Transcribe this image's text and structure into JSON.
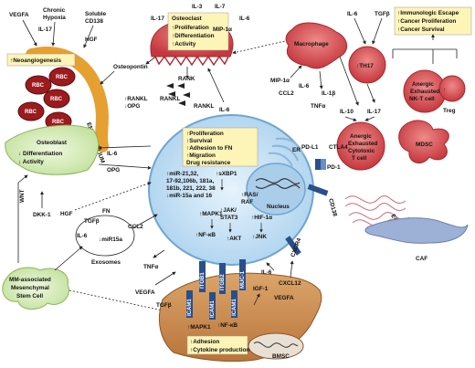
{
  "rbc_label": "RBC",
  "neoangiogenesis": "↑Neoangiogenesis",
  "endothelium": "ENDOTHELIUM",
  "vegfa_top": "VEGFA",
  "chronic_hypoxia": [
    "Chronic",
    "Hypoxia"
  ],
  "soluble_cd138": [
    "Soluble",
    "CD138"
  ],
  "il17_top": "IL-17",
  "hgf_top": "HGF",
  "osteopontin": "Osteopontin",
  "osteoclast": {
    "title": "Osteoclast",
    "lines": [
      "↑Proliferation",
      "↑Differentiation",
      "↑Activity"
    ]
  },
  "il3": "IL-3",
  "il7": "IL-7",
  "il6_oc": "IL-6",
  "il17_oc": "IL-17",
  "mip1a_oc": "MIP-1α",
  "rank": "RANK",
  "rankl": "RANKL",
  "rankl_opg": [
    "↑RANKL",
    "↓OPG"
  ],
  "il6_below_oc": "IL-6",
  "macrophage": "Macrophage",
  "mip1a_mac": "MIP-1α",
  "ccl2_mac": "CCL2",
  "il6_mac": "IL-6",
  "il1b": "IL-1β",
  "tnfa_mac": "TNFα",
  "il10": "IL-10",
  "il17_th": "IL-17",
  "il6_th": "IL-6",
  "tgfb_th": "TGFβ",
  "th17": "↑TH17",
  "immune_box": [
    "↑Immunologic Escape",
    "↑Cancer Proliferation",
    "↑Cancer Survival"
  ],
  "nk": [
    "Anergic",
    "Exhausted",
    "NK-T cell"
  ],
  "treg": "Treg",
  "treg_arrow": "↑",
  "ctl": [
    "Anergic",
    "Exhausted",
    "Cytotoxic",
    "T cell"
  ],
  "mdsc": "MDSC",
  "ctla4": "CTLA4",
  "pd1": "PD-1",
  "pdl1": "PD-L1",
  "cd138": "CD138",
  "ecm": "ECM",
  "caf": "CAF",
  "cxcr4": "CXCR4",
  "er": "ER",
  "nucleus": "Nucleus",
  "mm_lines": [
    "↑Proliferation",
    "↑Survival",
    "↑Adhesion to FN",
    "↑Migration",
    "Drug resistance"
  ],
  "mirna": [
    "↑miR-21,32,",
    "17-92,106b, 181a,",
    "181b, 221, 222, 38",
    "↓miR-15a and 16"
  ],
  "xbp1": "↑sXBP1",
  "ras_raf": [
    "↑RAS/",
    "RAF"
  ],
  "mapk1_mm": "↑MAPK1",
  "jak_stat": [
    "↑JAK/",
    "STAT3"
  ],
  "hif1a": "↑HIF-1α",
  "nfkb_mm": "↑NF-κB",
  "akt": "↑AKT",
  "jnk": "↑JNK",
  "osteoblast": {
    "title": "Osteoblast",
    "lines": [
      "↓ Differentiation",
      "↓ Activity"
    ]
  },
  "il6_ob": "IL-6",
  "opg": "OPG",
  "wnt": "WNT",
  "dkk1": "DKK-1",
  "hgf_ob": "HGF",
  "tgfb_ob": "TGFβ",
  "fn": "FN",
  "il6_exo": "IL-6",
  "mir15a": "↓miR15a",
  "ccl2_exo": "CCL2",
  "exosomes": "Exosomes",
  "msc": [
    "MM-associated",
    "Mesenchymal",
    "Stem Cell"
  ],
  "tnfa_low": "TNFα",
  "vegfa_low": "VEGFA",
  "tgfb_low": "TGFβ",
  "itgb1": "ITGB1",
  "itgb2": "ITGB2",
  "muc1": "MUC-1",
  "icam1": "ICAM1",
  "il6_low": "IL-6",
  "cxcl12": "CXCL12",
  "igf1": "IGF-1",
  "vegfa_bmsc": "VEGFA",
  "mapk1_bmsc": "↑MAPK1",
  "nfkb_bmsc": "↑NF-κB",
  "bmsc_lines": [
    "↑Adhesion",
    "↑Cytokine production"
  ],
  "bmsc": "BMSC",
  "colors": {
    "mm_cell": "#cfe6f7",
    "mm_border": "#6fa6cf",
    "cell_red": "#d0575b",
    "rbc": "#9b1b1e",
    "endothelium": "#e6a032",
    "ob_green": "#d9eec0",
    "bmsc": "#c98b4a",
    "caf": "#9db0d6",
    "label_box": "#fdf4b8"
  }
}
